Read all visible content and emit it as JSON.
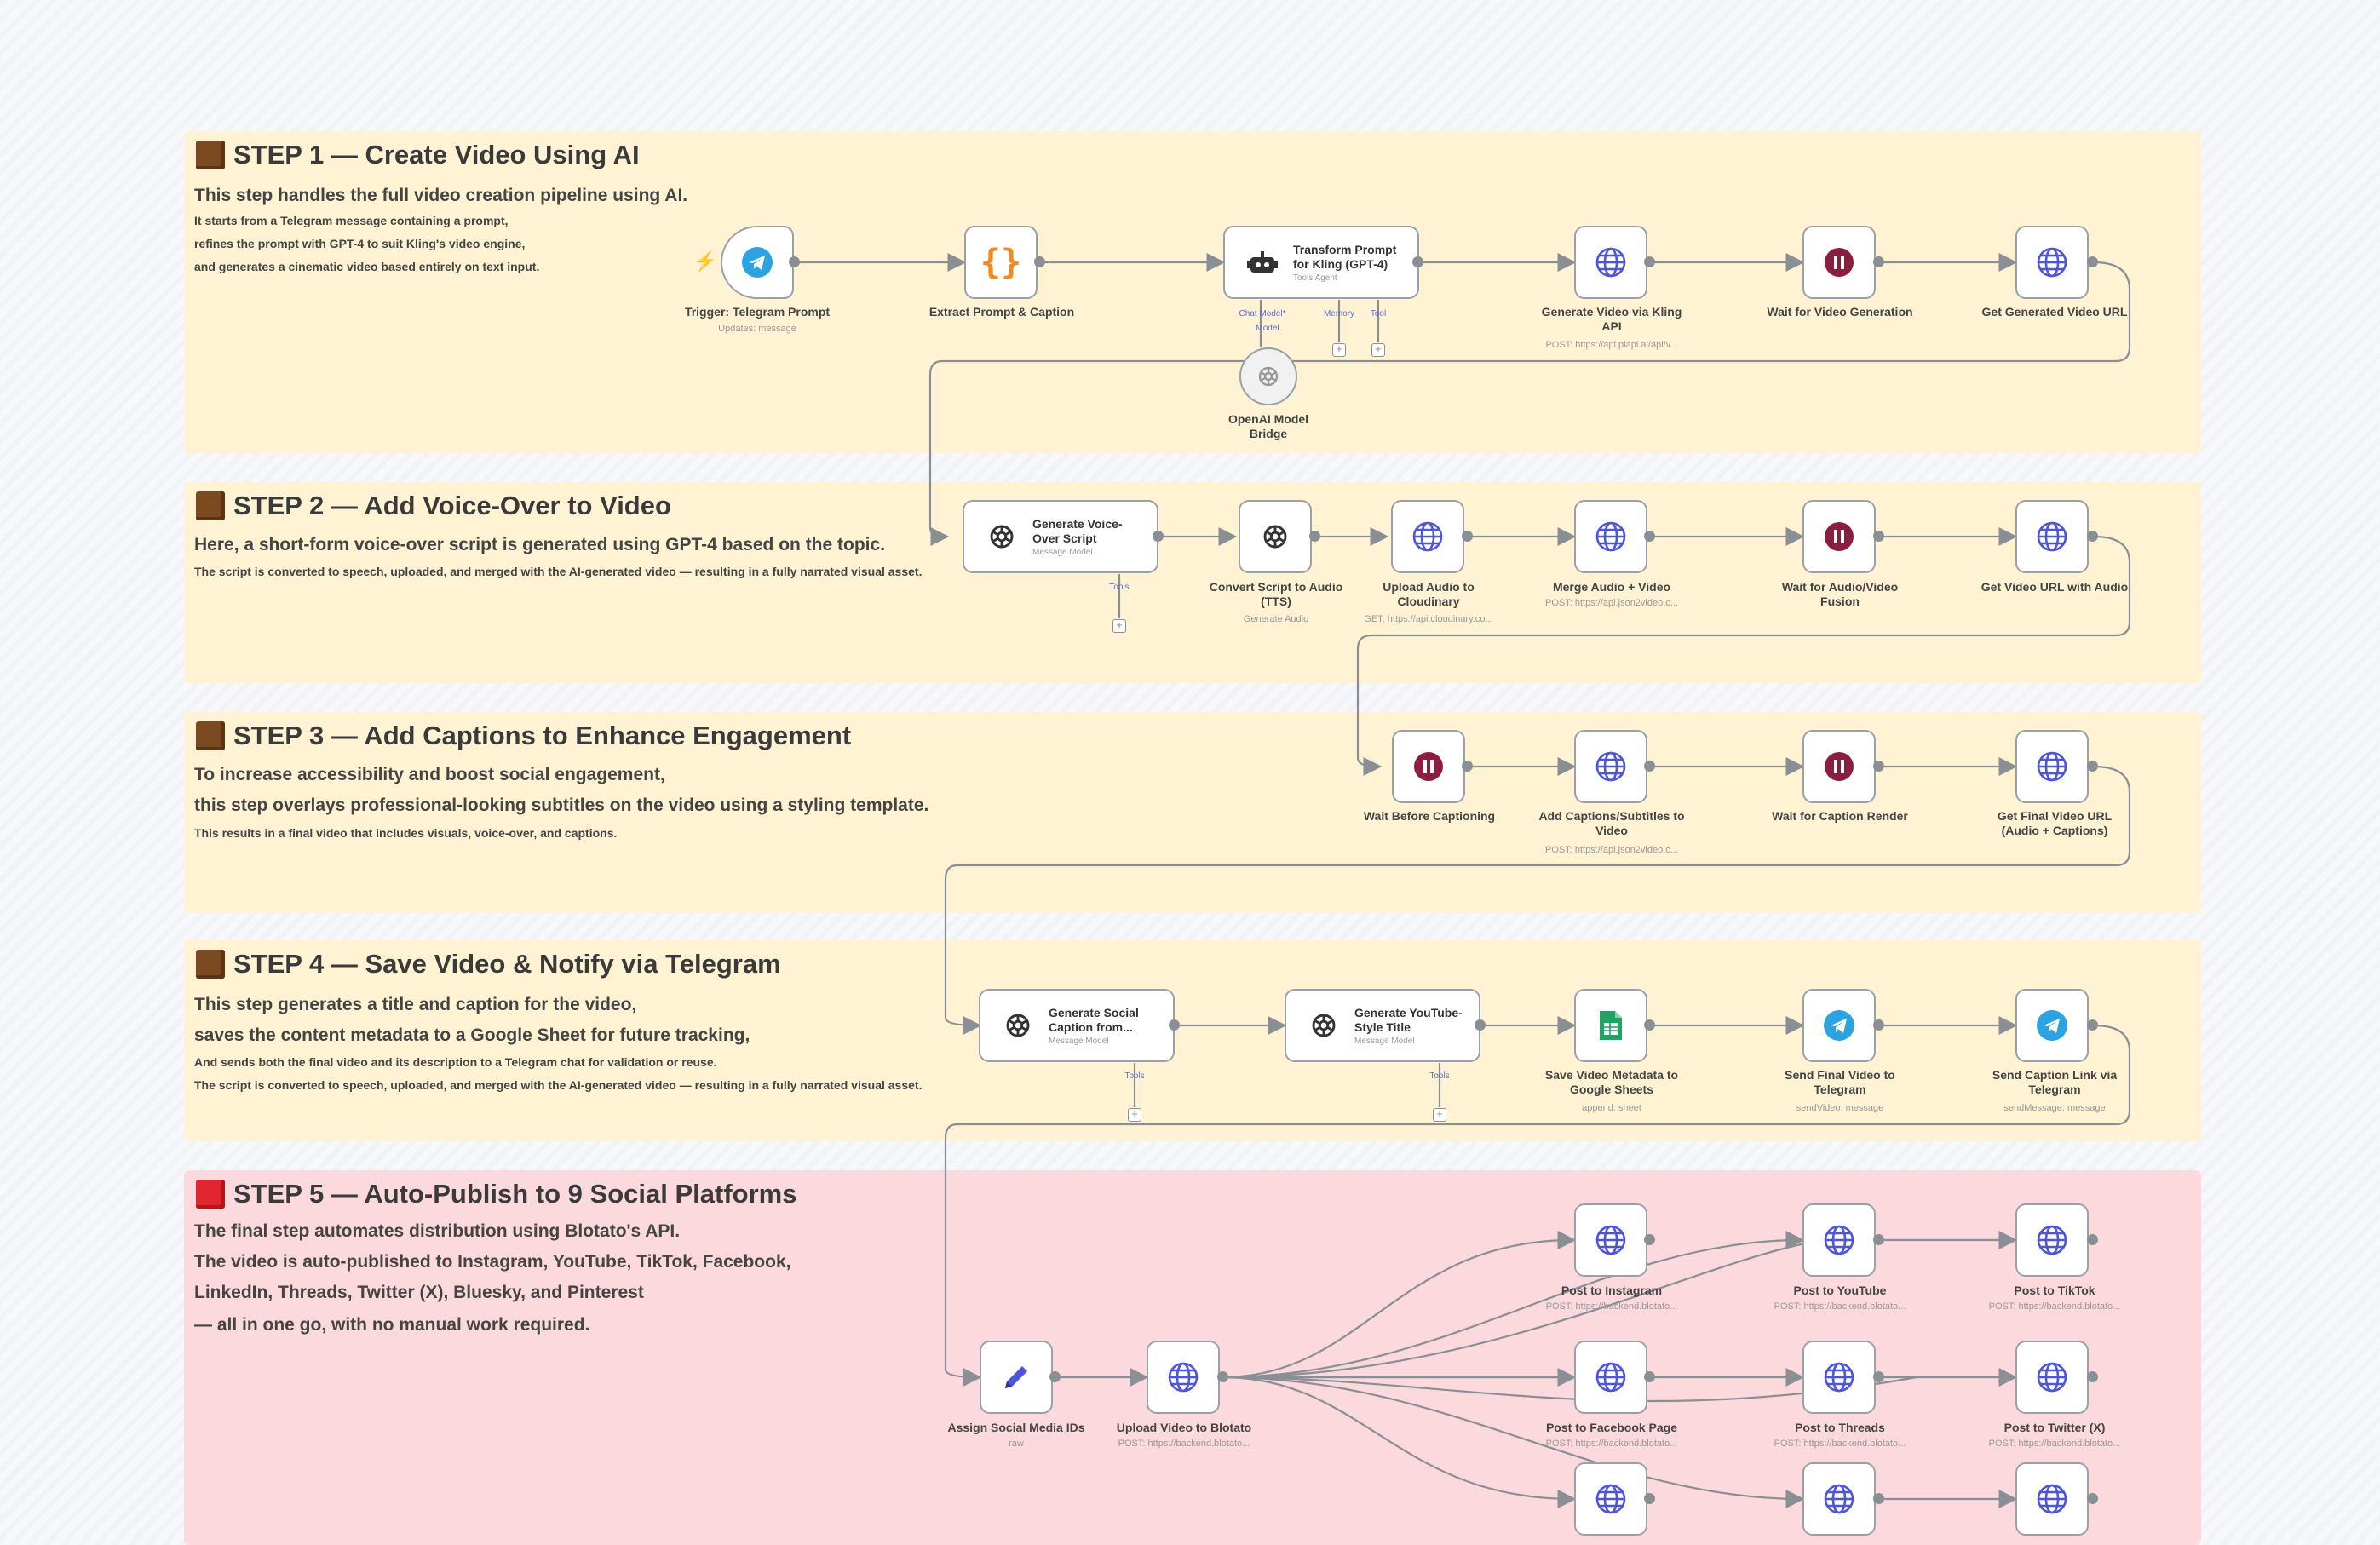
{
  "colors": {
    "step_bg": "#fff3d3",
    "step5_bg": "#fbd9dc",
    "globe": "#4d55d8",
    "wait": "#8b1e3f",
    "telegram": "#2aa3e0",
    "sheets": "#1fa463",
    "code": "#f08a24"
  },
  "steps": [
    {
      "icon": "brown-square",
      "title": "STEP 1 — Create Video Using AI",
      "desc": [
        "This step handles the full video creation pipeline using AI.",
        "It starts from a Telegram message containing a prompt,",
        "refines the prompt with GPT-4 to suit Kling's video engine,",
        "and generates a cinematic video based entirely on text input."
      ]
    },
    {
      "icon": "brown-square",
      "title": "STEP 2 — Add Voice-Over to Video",
      "desc": [
        "Here, a short-form voice-over script is generated using GPT-4 based on the topic.",
        "The script is converted to speech, uploaded, and merged with the AI-generated video — resulting in a fully narrated visual asset."
      ]
    },
    {
      "icon": "brown-square",
      "title": "STEP 3 — Add Captions to Enhance Engagement",
      "desc": [
        "To increase accessibility and boost social engagement,",
        "this step overlays professional-looking subtitles on the video using a styling template.",
        "This results in a final video that includes visuals, voice-over, and captions."
      ]
    },
    {
      "icon": "brown-square",
      "title": "STEP 4 — Save Video & Notify via Telegram",
      "desc": [
        "This step generates a title and caption for the video,",
        "saves the content metadata to a Google Sheet for future tracking,",
        "And sends both the final video and its description to a Telegram chat for validation or reuse.",
        "The script is converted to speech, uploaded, and merged with the AI-generated video — resulting in a fully narrated visual asset."
      ]
    },
    {
      "icon": "red-square",
      "title": "STEP 5 — Auto-Publish to 9 Social Platforms",
      "desc": [
        "The final step automates distribution using Blotato's API.",
        "The video is auto-published to Instagram, YouTube, TikTok, Facebook,",
        "LinkedIn, Threads, Twitter (X), Bluesky, and Pinterest",
        "— all in one go, with no manual work required."
      ]
    }
  ],
  "nodes": {
    "trigger": {
      "label": "Trigger: Telegram Prompt",
      "sub": "Updates: message",
      "icon": "telegram-icon"
    },
    "extract": {
      "label": "Extract Prompt & Caption",
      "sub": "",
      "icon": "code-braces-icon"
    },
    "transform": {
      "title": "Transform Prompt\nfor Kling (GPT-4)",
      "sub": "Tools Agent",
      "icon": "robot-icon",
      "ports": [
        "Chat Model*",
        "Memory",
        "Tool"
      ],
      "port_sub": "Model"
    },
    "openai_bridge": {
      "label": "OpenAI Model\nBridge",
      "icon": "openai-icon"
    },
    "gen_video": {
      "label": "Generate Video via Kling\nAPI",
      "sub": "POST: https://api.piapi.ai/api/v...",
      "icon": "globe-icon"
    },
    "wait_video": {
      "label": "Wait for Video Generation",
      "icon": "pause-icon"
    },
    "get_video": {
      "label": "Get Generated Video URL",
      "icon": "globe-icon"
    },
    "gen_voice": {
      "title": "Generate Voice-\nOver Script",
      "sub": "Message Model",
      "icon": "openai-icon",
      "port": "Tools"
    },
    "tts": {
      "label": "Convert Script to Audio\n(TTS)",
      "sub": "Generate Audio",
      "icon": "openai-icon"
    },
    "upload_audio": {
      "label": "Upload Audio to\nCloudinary",
      "sub": "GET: https://api.cloudinary.co...",
      "icon": "globe-icon"
    },
    "merge": {
      "label": "Merge Audio + Video",
      "sub": "POST: https://api.json2video.c...",
      "icon": "globe-icon"
    },
    "wait_fusion": {
      "label": "Wait for Audio/Video\nFusion",
      "icon": "pause-icon"
    },
    "get_audio_url": {
      "label": "Get Video URL with Audio",
      "icon": "globe-icon"
    },
    "wait_caption_before": {
      "label": "Wait Before Captioning",
      "icon": "pause-icon"
    },
    "add_captions": {
      "label": "Add Captions/Subtitles to\nVideo",
      "sub": "POST: https://api.json2video.c...",
      "icon": "globe-icon"
    },
    "wait_caption_render": {
      "label": "Wait for Caption Render",
      "icon": "pause-icon"
    },
    "get_final": {
      "label": "Get Final Video URL\n(Audio + Captions)",
      "icon": "globe-icon"
    },
    "gen_social": {
      "title": "Generate Social\nCaption from...",
      "sub": "Message Model",
      "icon": "openai-icon",
      "port": "Tools"
    },
    "gen_youtube": {
      "title": "Generate YouTube-\nStyle Title",
      "sub": "Message Model",
      "icon": "openai-icon",
      "port": "Tools"
    },
    "save_sheets": {
      "label": "Save Video Metadata to\nGoogle Sheets",
      "sub": "append: sheet",
      "icon": "sheets-icon"
    },
    "send_final": {
      "label": "Send Final Video to\nTelegram",
      "sub": "sendVideo: message",
      "icon": "telegram-icon"
    },
    "send_caption": {
      "label": "Send Caption Link via\nTelegram",
      "sub": "sendMessage: message",
      "icon": "telegram-icon"
    },
    "assign_ids": {
      "label": "Assign Social Media IDs",
      "sub": "raw",
      "icon": "pencil-icon"
    },
    "upload_blotato": {
      "label": "Upload Video to Blotato",
      "sub": "POST: https://backend.blotato...",
      "icon": "globe-icon"
    },
    "post_instagram": {
      "label": "Post to Instagram",
      "sub": "POST: https://backend.blotato...",
      "icon": "globe-icon"
    },
    "post_youtube": {
      "label": "Post to YouTube",
      "sub": "POST: https://backend.blotato...",
      "icon": "globe-icon"
    },
    "post_tiktok": {
      "label": "Post to TikTok",
      "sub": "POST: https://backend.blotato...",
      "icon": "globe-icon"
    },
    "post_facebook": {
      "label": "Post to Facebook Page",
      "sub": "POST: https://backend.blotato...",
      "icon": "globe-icon"
    },
    "post_threads": {
      "label": "Post to Threads",
      "sub": "POST: https://backend.blotato...",
      "icon": "globe-icon"
    },
    "post_twitter": {
      "label": "Post to Twitter (X)",
      "sub": "POST: https://backend.blotato...",
      "icon": "globe-icon"
    },
    "post_row3_a": {
      "icon": "globe-icon"
    },
    "post_row3_b": {
      "icon": "globe-icon"
    },
    "post_row3_c": {
      "icon": "globe-icon"
    }
  }
}
